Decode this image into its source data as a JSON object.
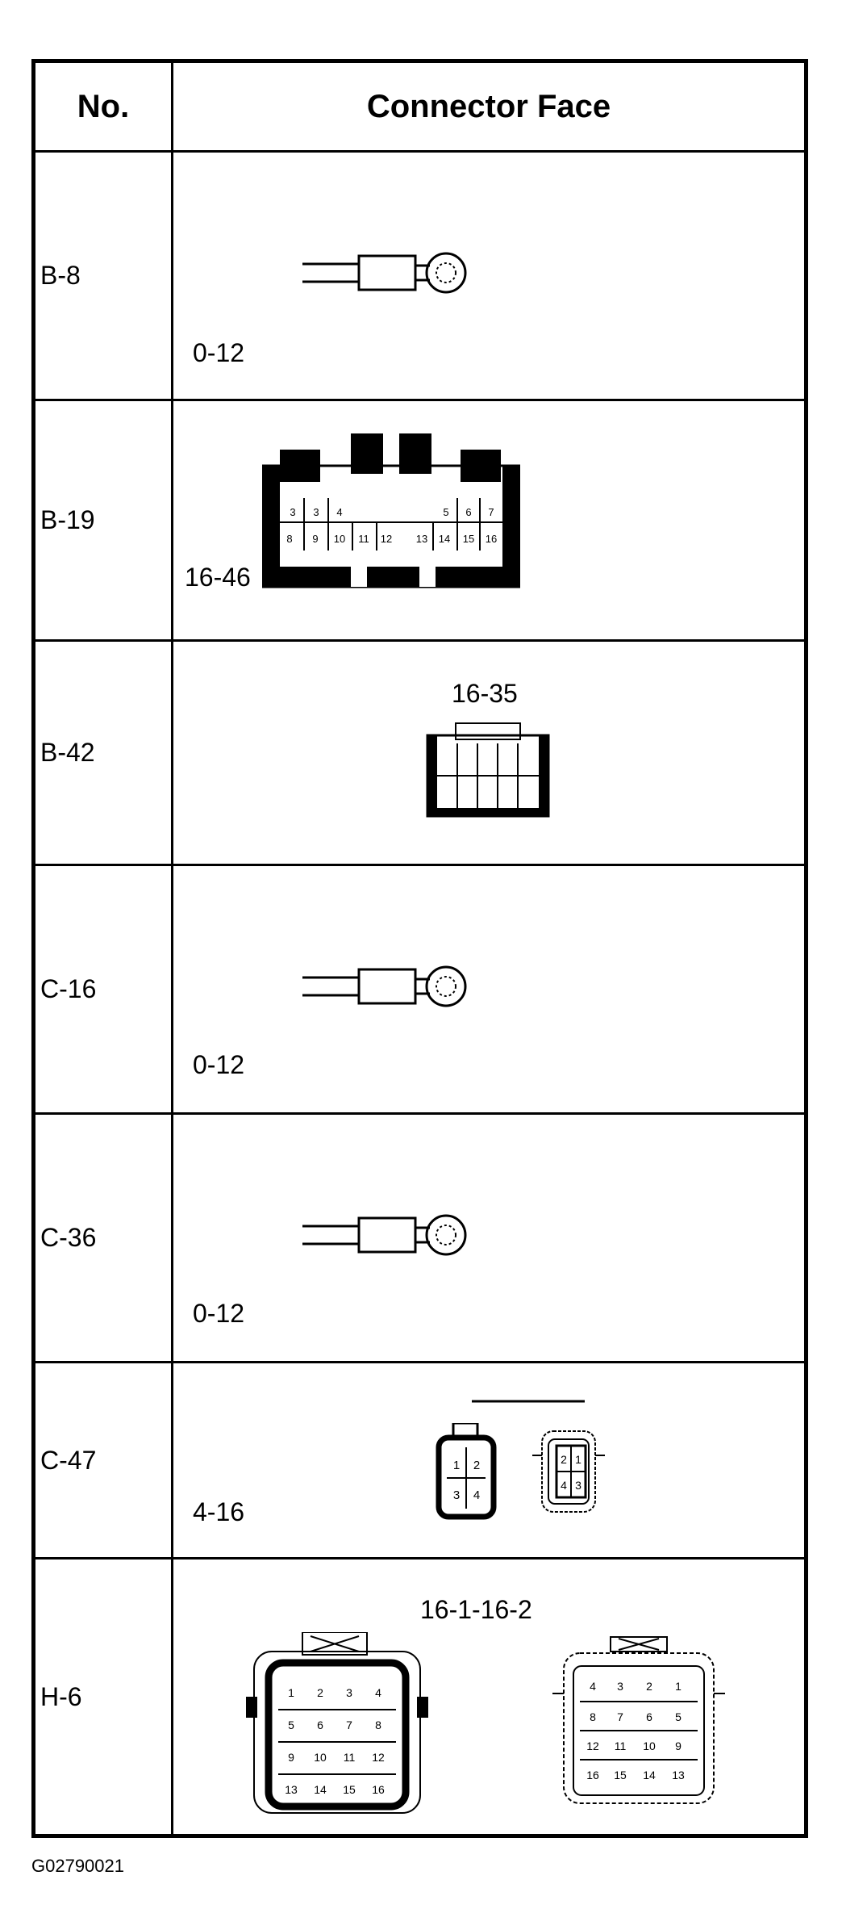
{
  "table": {
    "header_no": "No.",
    "header_face": "Connector Face"
  },
  "rows": [
    {
      "no": "B-8",
      "label": "0-12",
      "kind": "terminal"
    },
    {
      "no": "B-19",
      "label": "16-46",
      "kind": "connector-20"
    },
    {
      "no": "B-42",
      "label": "16-35",
      "kind": "connector-10"
    },
    {
      "no": "C-16",
      "label": "0-12",
      "kind": "terminal"
    },
    {
      "no": "C-36",
      "label": "0-12",
      "kind": "terminal"
    },
    {
      "no": "C-47",
      "label": "4-16",
      "kind": "connector-4-pair"
    },
    {
      "no": "H-6",
      "label": "16-1-16-2",
      "kind": "connector-16-pair"
    }
  ],
  "pins": {
    "b19_top": [
      "3",
      "3",
      "4",
      "5",
      "6",
      "7"
    ],
    "b19_bottom": [
      "8",
      "9",
      "10",
      "11",
      "12",
      "13",
      "14",
      "15",
      "16"
    ],
    "c47_male": [
      "1",
      "2",
      "3",
      "4"
    ],
    "c47_female": [
      "2",
      "1",
      "4",
      "3"
    ],
    "h6_male": [
      "1",
      "2",
      "3",
      "4",
      "5",
      "6",
      "7",
      "8",
      "9",
      "10",
      "11",
      "12",
      "13",
      "14",
      "15",
      "16"
    ],
    "h6_female": [
      "4",
      "3",
      "2",
      "1",
      "8",
      "7",
      "6",
      "5",
      "12",
      "11",
      "10",
      "9",
      "16",
      "15",
      "14",
      "13"
    ]
  },
  "footer_code": "G02790021"
}
